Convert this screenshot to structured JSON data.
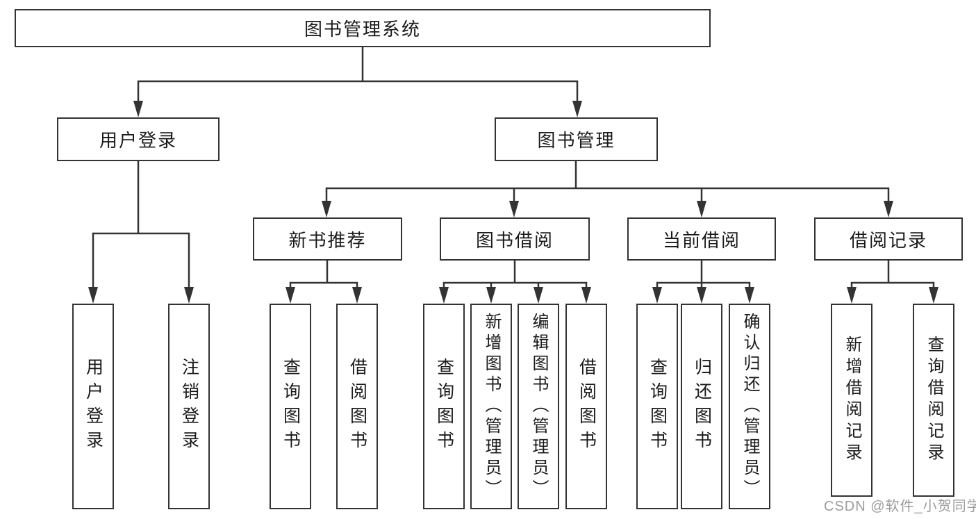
{
  "diagram_type": "hierarchy-tree",
  "colors": {
    "background": "#ffffff",
    "line": "#333333",
    "box_border": "#333333",
    "box_background": "#ffffff",
    "text": "#1a1a1a",
    "watermark": "#9c9c9c"
  },
  "tree": {
    "label": "图书管理系统",
    "children": [
      {
        "label": "用户登录",
        "children": [
          {
            "label": "用户登录"
          },
          {
            "label": "注销登录"
          }
        ]
      },
      {
        "label": "图书管理",
        "children": [
          {
            "label": "新书推荐",
            "children": [
              {
                "label": "查询图书"
              },
              {
                "label": "借阅图书"
              }
            ]
          },
          {
            "label": "图书借阅",
            "children": [
              {
                "label": "查询图书"
              },
              {
                "label": "新增图书（管理员）"
              },
              {
                "label": "编辑图书（管理员）"
              },
              {
                "label": "借阅图书"
              }
            ]
          },
          {
            "label": "当前借阅",
            "children": [
              {
                "label": "查询图书"
              },
              {
                "label": "归还图书"
              },
              {
                "label": "确认归还（管理员）"
              }
            ]
          },
          {
            "label": "借阅记录",
            "children": [
              {
                "label": "新增借阅记录"
              },
              {
                "label": "查询借阅记录"
              }
            ]
          }
        ]
      }
    ]
  },
  "watermark": {
    "text": "CSDN @软件_小贺同学"
  }
}
